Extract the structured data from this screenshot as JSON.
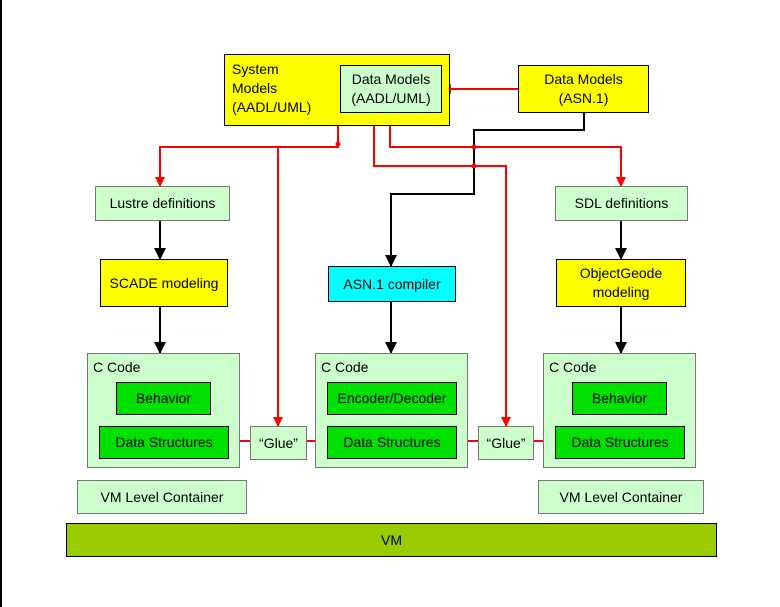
{
  "system_models": {
    "label": "System Models (AADL/UML)"
  },
  "data_models_inner": {
    "label": "Data Models (AADL/UML)"
  },
  "data_models_asn": {
    "label": "Data Models (ASN.1)"
  },
  "lustre": {
    "label": "Lustre definitions"
  },
  "sdl": {
    "label": "SDL definitions"
  },
  "asn_compiler": {
    "label": "ASN.1 compiler"
  },
  "scade": {
    "label": "SCADE modeling"
  },
  "objectgeode": {
    "label": "ObjectGeode modeling"
  },
  "ccode_left": {
    "title": "C Code",
    "top": "Behavior",
    "bottom": "Data Structures"
  },
  "ccode_mid": {
    "title": "C Code",
    "top": "Encoder/Decoder",
    "bottom": "Data Structures"
  },
  "ccode_right": {
    "title": "C Code",
    "top": "Behavior",
    "bottom": "Data Structures"
  },
  "glue": {
    "label": "“Glue”"
  },
  "vm_container": {
    "label": "VM Level Container"
  },
  "vm": {
    "label": "VM"
  },
  "colors": {
    "control_flow": "#ff0000",
    "data_flow": "#000000"
  }
}
